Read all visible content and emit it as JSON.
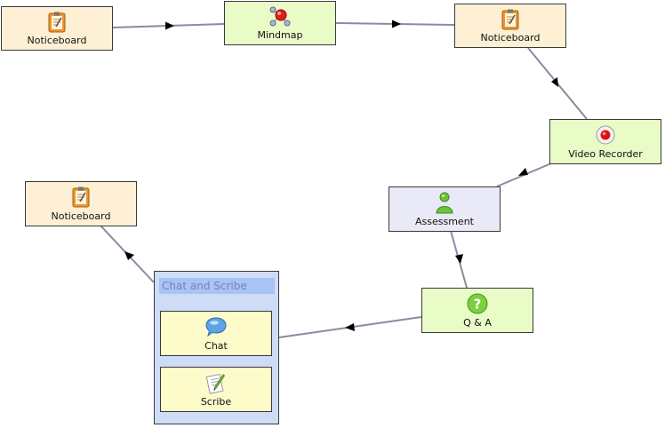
{
  "nodes": {
    "noticeboard1": {
      "label": "Noticeboard",
      "icon": "noticeboard-icon"
    },
    "mindmap": {
      "label": "Mindmap",
      "icon": "mindmap-icon"
    },
    "noticeboard2": {
      "label": "Noticeboard",
      "icon": "noticeboard-icon"
    },
    "video_recorder": {
      "label": "Video Recorder",
      "icon": "record-icon"
    },
    "assessment": {
      "label": "Assessment",
      "icon": "person-icon"
    },
    "qa": {
      "label": "Q & A",
      "icon": "question-icon"
    },
    "noticeboard3": {
      "label": "Noticeboard",
      "icon": "noticeboard-icon"
    }
  },
  "group": {
    "title": "Chat and Scribe",
    "chat": {
      "label": "Chat",
      "icon": "speech-bubble-icon"
    },
    "scribe": {
      "label": "Scribe",
      "icon": "notepad-pencil-icon"
    }
  },
  "colors": {
    "noticeboard_bg": "#fdf0d4",
    "tool_green_bg": "#e9fbc7",
    "assessment_bg": "#e9e9f7",
    "group_bg": "#cfdcf7",
    "group_title_bg": "#a9c3f4",
    "activity_yellow_bg": "#fdfbc9",
    "edge": "#8a8aa0"
  }
}
